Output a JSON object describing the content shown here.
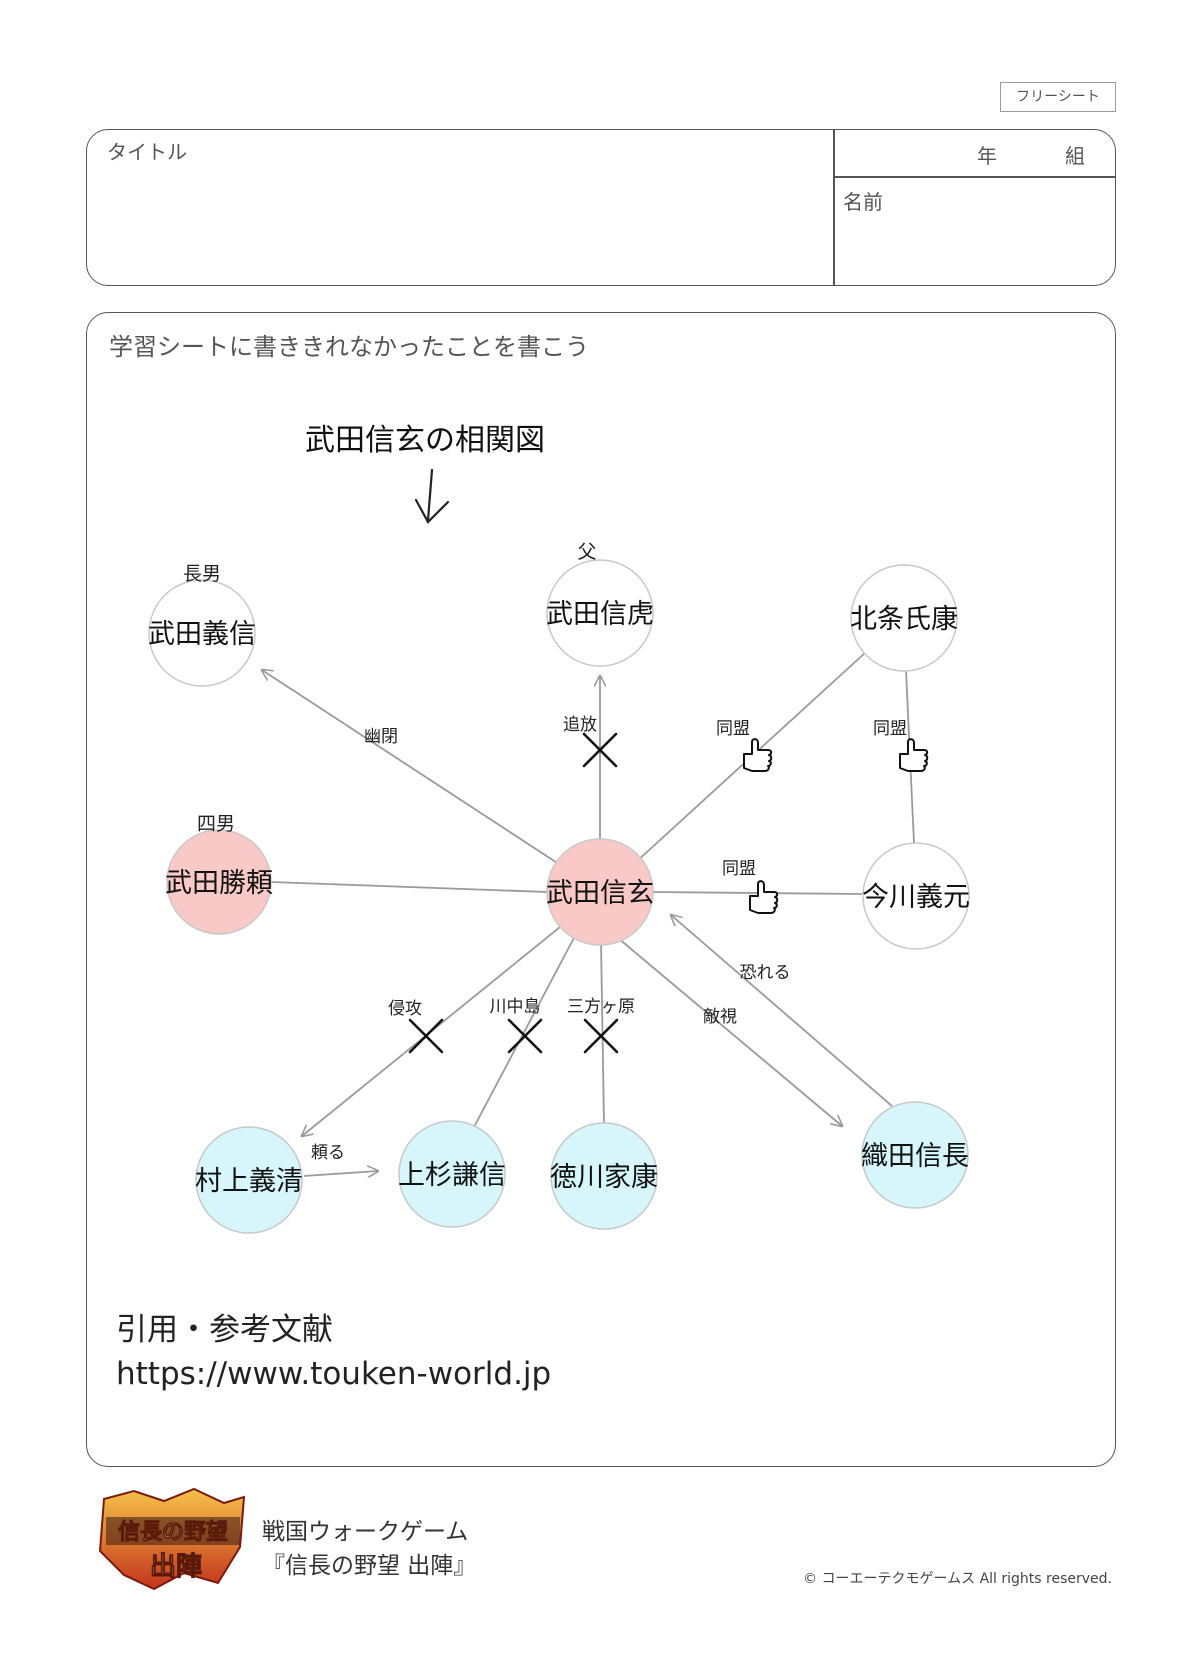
{
  "badge": "フリーシート",
  "header": {
    "title_label": "タイトル",
    "year_label": "年",
    "class_label": "組",
    "name_label": "名前"
  },
  "main": {
    "prompt": "学習シートに書ききれなかったことを書こう",
    "diagram_title": "武田信玄の相関図",
    "nodes": [
      {
        "id": "yoshinobu",
        "name": "武田義信",
        "tag": "長男",
        "kind": "neutral"
      },
      {
        "id": "nobutora",
        "name": "武田信虎",
        "tag": "父",
        "kind": "neutral"
      },
      {
        "id": "ujiyasu",
        "name": "北条氏康",
        "tag": "",
        "kind": "neutral"
      },
      {
        "id": "katsuyori",
        "name": "武田勝頼",
        "tag": "四男",
        "kind": "ally"
      },
      {
        "id": "shingen",
        "name": "武田信玄",
        "tag": "",
        "kind": "ally"
      },
      {
        "id": "yoshimoto",
        "name": "今川義元",
        "tag": "",
        "kind": "neutral"
      },
      {
        "id": "yoshikiyo",
        "name": "村上義清",
        "tag": "",
        "kind": "rival"
      },
      {
        "id": "kenshin",
        "name": "上杉謙信",
        "tag": "",
        "kind": "rival"
      },
      {
        "id": "ieyasu",
        "name": "徳川家康",
        "tag": "",
        "kind": "rival"
      },
      {
        "id": "nobunaga",
        "name": "織田信長",
        "tag": "",
        "kind": "rival"
      }
    ],
    "edge_labels": {
      "yuhei": "幽閉",
      "tsuiho": "追放",
      "domei1": "同盟",
      "domei2": "同盟",
      "domei3": "同盟",
      "osoreru": "恐れる",
      "shinko": "侵攻",
      "kawanakajima": "川中島",
      "mikatagahara": "三方ヶ原",
      "tekishi": "敵視",
      "tanomu": "頼る"
    },
    "colors": {
      "ally": "#f8c9c6",
      "rival": "#d6f6fb",
      "neutral": "#ffffff",
      "line": "#9a9a9a"
    }
  },
  "reference": {
    "heading": "引用・参考文献",
    "url": "https://www.touken-world.jp"
  },
  "footer": {
    "logo_line1": "信長の野望",
    "logo_line2": "出陣",
    "line1": "戦国ウォークゲーム",
    "line2": "『信長の野望 出陣』",
    "copyright": "© コーエーテクモゲームス All rights reserved."
  }
}
